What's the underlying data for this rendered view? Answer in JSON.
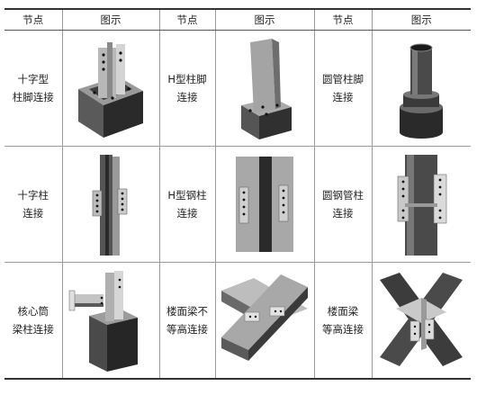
{
  "headers": [
    "节点",
    "图示",
    "节点",
    "图示",
    "节点",
    "图示"
  ],
  "rows": [
    [
      {
        "lines": [
          "十字型",
          "柱脚连接"
        ],
        "icon": "cruciform-column-base-icon"
      },
      {
        "lines": [
          "H型柱脚",
          "连接"
        ],
        "icon": "h-column-base-icon"
      },
      {
        "lines": [
          "圆管柱脚",
          "连接"
        ],
        "icon": "tube-column-base-icon"
      }
    ],
    [
      {
        "lines": [
          "十字柱",
          "连接"
        ],
        "icon": "cruciform-column-splice-icon"
      },
      {
        "lines": [
          "H型钢柱",
          "连接"
        ],
        "icon": "h-steel-column-splice-icon"
      },
      {
        "lines": [
          "圆钢管柱",
          "连接"
        ],
        "icon": "round-tube-column-splice-icon"
      }
    ],
    [
      {
        "lines": [
          "核心筒",
          "梁柱连接"
        ],
        "icon": "core-tube-beam-column-icon"
      },
      {
        "lines": [
          "楼面梁不",
          "等高连接"
        ],
        "icon": "unequal-floor-beam-joint-icon"
      },
      {
        "lines": [
          "楼面梁",
          "等高连接"
        ],
        "icon": "equal-floor-beam-joint-icon"
      }
    ]
  ]
}
